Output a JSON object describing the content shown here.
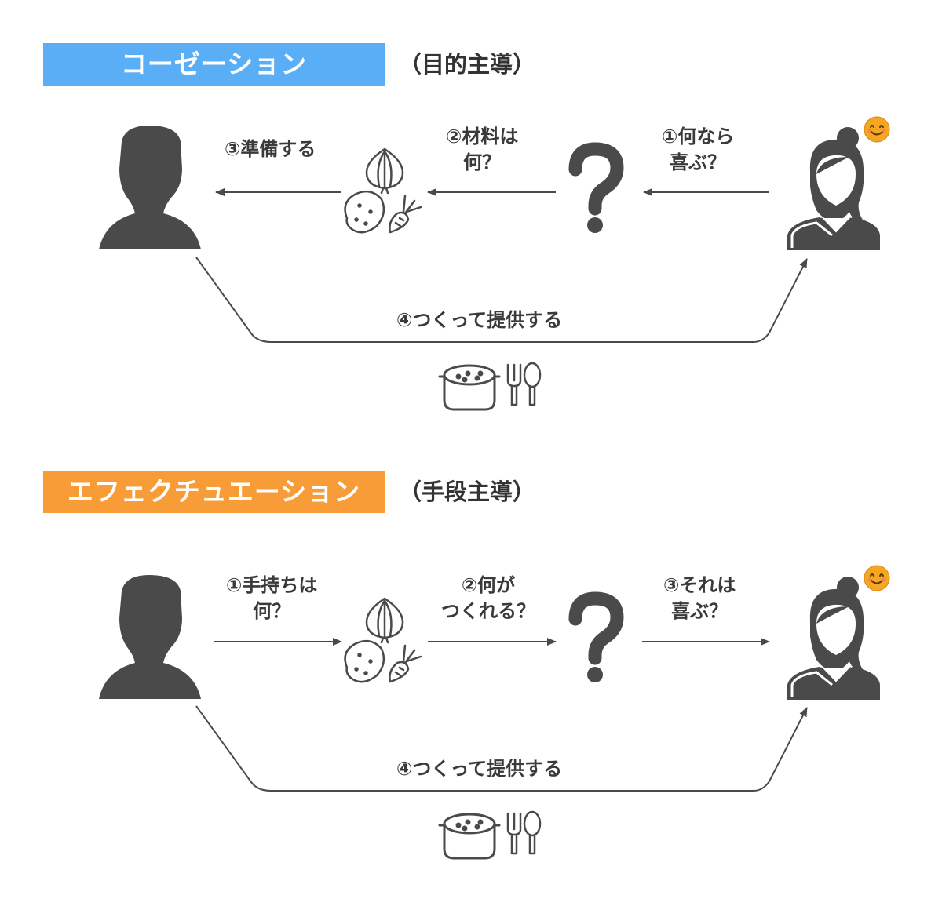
{
  "colors": {
    "causation_bar": "#5AAEF5",
    "effectuation_bar": "#F89C38",
    "figure": "#4a4a4a",
    "line": "#4a4a4a",
    "text": "#3a3a3a",
    "smiley": "#F5A623"
  },
  "causation": {
    "title": "コーゼーション",
    "subtitle": "（目的主導）",
    "step1": [
      "①何なら",
      "喜ぶ？"
    ],
    "step2": [
      "②材料は",
      "何？"
    ],
    "step3": [
      "③準備する"
    ],
    "step4": "④つくって提供する",
    "icons": [
      "person-icon",
      "vegetables-icon",
      "question-mark-icon",
      "woman-icon",
      "smiley-icon",
      "pot-icon",
      "cutlery-icon"
    ]
  },
  "effectuation": {
    "title": "エフェクチュエーション",
    "subtitle": "（手段主導）",
    "step1": [
      "①手持ちは",
      "何？"
    ],
    "step2": [
      "②何が",
      "つくれる？"
    ],
    "step3": [
      "③それは",
      "喜ぶ？"
    ],
    "step4": "④つくって提供する",
    "icons": [
      "person-icon",
      "vegetables-icon",
      "question-mark-icon",
      "woman-icon",
      "smiley-icon",
      "pot-icon",
      "cutlery-icon"
    ]
  }
}
